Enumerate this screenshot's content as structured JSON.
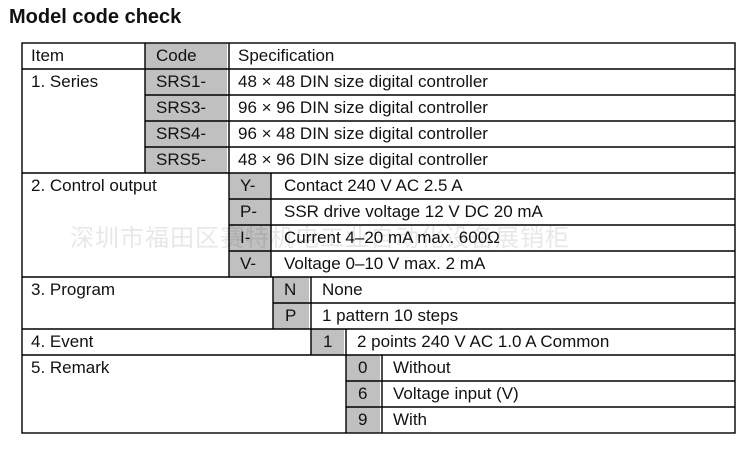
{
  "title": "Model code check",
  "header": {
    "item": "Item",
    "code": "Code",
    "spec": "Specification"
  },
  "groups": [
    {
      "item": "1. Series",
      "options": [
        {
          "code": "SRS1-",
          "spec": "48 × 48 DIN size digital controller"
        },
        {
          "code": "SRS3-",
          "spec": "96 × 96 DIN size digital controller"
        },
        {
          "code": "SRS4-",
          "spec": "96 × 48 DIN size digital controller"
        },
        {
          "code": "SRS5-",
          "spec": "48 × 96 DIN size digital controller"
        }
      ]
    },
    {
      "item": "2. Control output",
      "options": [
        {
          "code": "Y-",
          "spec": "Contact   240 V AC   2.5 A"
        },
        {
          "code": "P-",
          "spec": "SSR drive voltage   12 V DC   20 mA"
        },
        {
          "code": "I-",
          "spec": "Current   4–20 mA   max. 600Ω"
        },
        {
          "code": "V-",
          "spec": "Voltage   0–10 V   max. 2 mA"
        }
      ]
    },
    {
      "item": "3. Program",
      "options": [
        {
          "code": "N",
          "spec": "None"
        },
        {
          "code": "P",
          "spec": "1 pattern   10 steps"
        }
      ]
    },
    {
      "item": "4. Event",
      "options": [
        {
          "code": "1",
          "spec": "2 points   240 V AC   1.0 A   Common"
        }
      ]
    },
    {
      "item": "5. Remark",
      "options": [
        {
          "code": "0",
          "spec": "Without"
        },
        {
          "code": "6",
          "spec": "Voltage input (V)"
        },
        {
          "code": "9",
          "spec": "With"
        }
      ]
    }
  ],
  "watermark": "深圳市福田区赛特机电工业自动化设备展销柜",
  "colors": {
    "code_fill": "#c0c0c0",
    "border": "#000000"
  }
}
